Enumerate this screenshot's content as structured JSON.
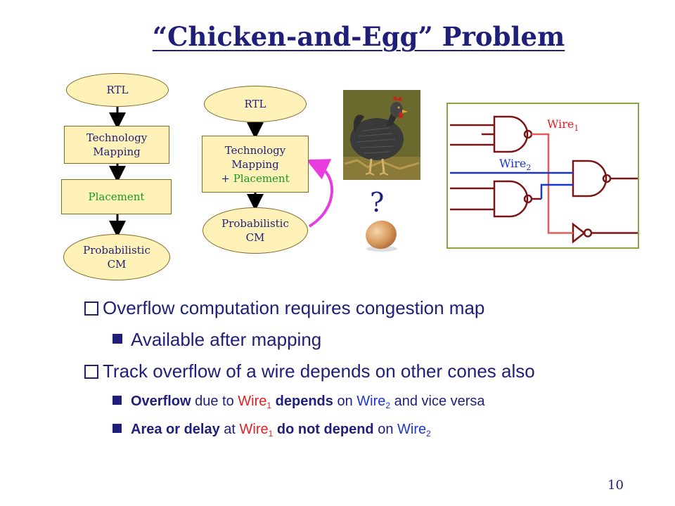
{
  "title": "“Chicken-and-Egg” Problem",
  "flow_left": {
    "rtl": "RTL",
    "tech_line1": "Technology",
    "tech_line2": "Mapping",
    "placement": "Placement",
    "cm_line1": "Probabilistic",
    "cm_line2": "CM"
  },
  "flow_middle": {
    "rtl": "RTL",
    "tech_line1": "Technology",
    "tech_line2": "Mapping",
    "tech_line3_plus": "+",
    "tech_line3": "Placement",
    "cm_line1": "Probabilistic",
    "cm_line2": "CM"
  },
  "question_mark": "?",
  "circuit": {
    "wire1": "Wire",
    "wire1_sub": "1",
    "wire2": "Wire",
    "wire2_sub": "2"
  },
  "bullets": {
    "b1": "Overflow computation requires congestion map",
    "b1_1": "Available after mapping",
    "b2": "Track overflow of a wire depends on other cones also",
    "b2_1": {
      "t1": "Overflow",
      "t2": " due to ",
      "t3": "Wire",
      "t3sub": "1",
      "t4": " depends",
      "t5": " on ",
      "t6": "Wire",
      "t6sub": "2",
      "t7": " and vice versa"
    },
    "b2_2": {
      "t1": "Area or delay",
      "t2": " at ",
      "t3": "Wire",
      "t3sub": "1",
      "t4": " do not depend",
      "t5": " on ",
      "t6": "Wire",
      "t6sub": "2"
    }
  },
  "page_number": "10",
  "colors": {
    "text": "#1f1f7a",
    "box_fill": "#fff2b8",
    "green": "#169b22",
    "wire_red": "#e61e1e",
    "wire_blue": "#1a35d6",
    "gate": "#7a1515",
    "arc": "#e83be0"
  }
}
